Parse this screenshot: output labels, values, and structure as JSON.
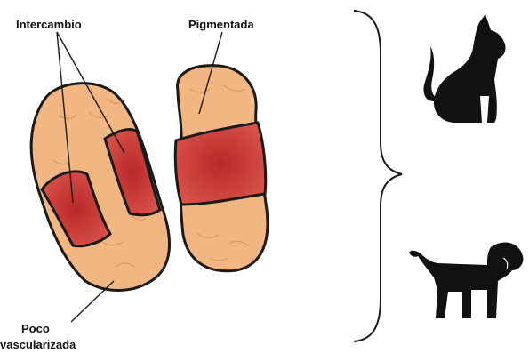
{
  "labels": {
    "intercambio": "Intercambio",
    "pigmentada": "Pigmentada",
    "poco_line1": "Poco",
    "poco_line2": "vascularizada"
  },
  "icons": {
    "top": "cat-icon",
    "bottom": "dog-icon"
  },
  "colors": {
    "placenta_fill": "#f1b681",
    "placenta_outline": "#1a1a1a",
    "vascular_band": "#d23c3a",
    "vascular_band_core": "#b8282a",
    "silhouette": "#111111"
  }
}
